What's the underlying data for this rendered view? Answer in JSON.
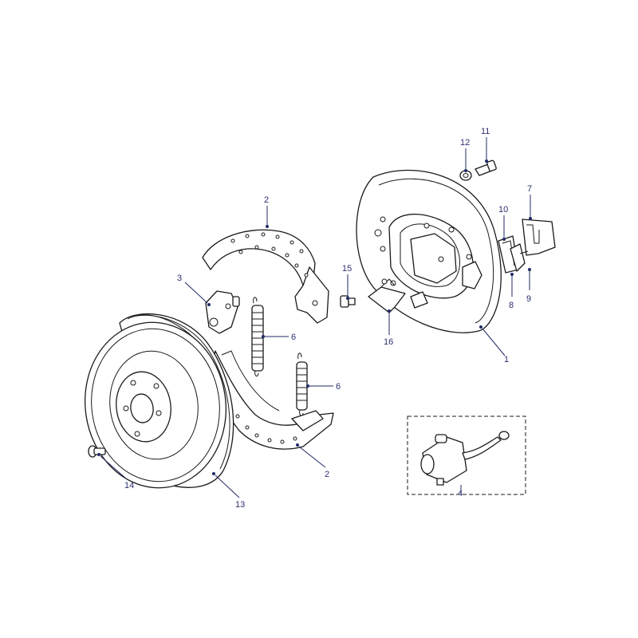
{
  "callouts": {
    "c1": "1",
    "c2a": "2",
    "c2b": "2",
    "c3": "3",
    "c4": "4",
    "c6a": "6",
    "c6b": "6",
    "c7": "7",
    "c8": "8",
    "c9": "9",
    "c10": "10",
    "c11": "11",
    "c12": "12",
    "c13": "13",
    "c14": "14",
    "c15": "15",
    "c16": "16"
  }
}
